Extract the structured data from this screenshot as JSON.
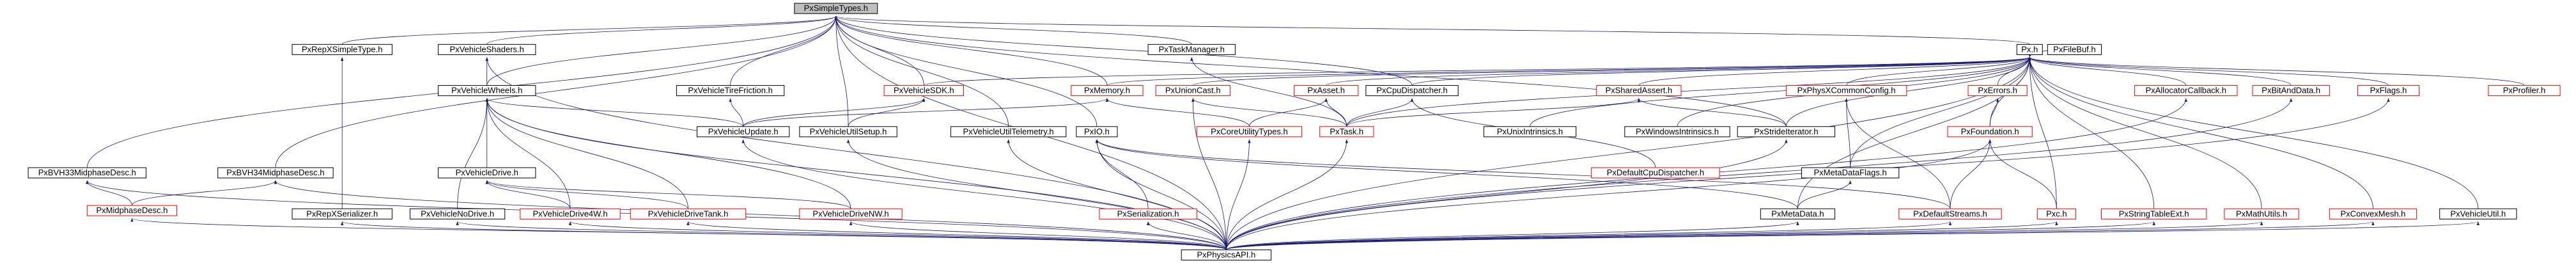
{
  "diagram": {
    "type": "include-dependency-graph",
    "colors": {
      "edge": "#191970",
      "border_normal": "#000000",
      "border_unresolved": "#ff0000",
      "root_fill": "#bfbfbf",
      "node_fill": "#ffffff"
    },
    "nodes": [
      {
        "id": "root",
        "label": "PxSimpleTypes.h",
        "kind": "root"
      },
      {
        "id": "px",
        "label": "Px.h",
        "kind": "normal"
      },
      {
        "id": "filebuf",
        "label": "PxFileBuf.h",
        "kind": "normal"
      },
      {
        "id": "repx_simple",
        "label": "PxRepXSimpleType.h",
        "kind": "normal"
      },
      {
        "id": "veh_shaders",
        "label": "PxVehicleShaders.h",
        "kind": "normal"
      },
      {
        "id": "taskmanager",
        "label": "PxTaskManager.h",
        "kind": "normal"
      },
      {
        "id": "bvh33",
        "label": "PxBVH33MidphaseDesc.h",
        "kind": "normal"
      },
      {
        "id": "bvh34",
        "label": "PxBVH34MidphaseDesc.h",
        "kind": "normal"
      },
      {
        "id": "veh_wheels",
        "label": "PxVehicleWheels.h",
        "kind": "normal"
      },
      {
        "id": "veh_tire",
        "label": "PxVehicleTireFriction.h",
        "kind": "normal"
      },
      {
        "id": "veh_sdk",
        "label": "PxVehicleSDK.h",
        "kind": "unresolved"
      },
      {
        "id": "memory",
        "label": "PxMemory.h",
        "kind": "unresolved"
      },
      {
        "id": "unioncast",
        "label": "PxUnionCast.h",
        "kind": "unresolved"
      },
      {
        "id": "asset",
        "label": "PxAsset.h",
        "kind": "unresolved"
      },
      {
        "id": "cpudisp",
        "label": "PxCpuDispatcher.h",
        "kind": "normal"
      },
      {
        "id": "sharedassert",
        "label": "PxSharedAssert.h",
        "kind": "unresolved"
      },
      {
        "id": "physxcommon",
        "label": "PxPhysXCommonConfig.h",
        "kind": "unresolved"
      },
      {
        "id": "errors",
        "label": "PxErrors.h",
        "kind": "unresolved"
      },
      {
        "id": "alloccb",
        "label": "PxAllocatorCallback.h",
        "kind": "unresolved"
      },
      {
        "id": "bitanddata",
        "label": "PxBitAndData.h",
        "kind": "unresolved"
      },
      {
        "id": "flags",
        "label": "PxFlags.h",
        "kind": "unresolved"
      },
      {
        "id": "profiler",
        "label": "PxProfiler.h",
        "kind": "unresolved"
      },
      {
        "id": "midphase",
        "label": "PxMidphaseDesc.h",
        "kind": "unresolved"
      },
      {
        "id": "veh_drive",
        "label": "PxVehicleDrive.h",
        "kind": "normal"
      },
      {
        "id": "veh_update",
        "label": "PxVehicleUpdate.h",
        "kind": "normal"
      },
      {
        "id": "veh_utilsetup",
        "label": "PxVehicleUtilSetup.h",
        "kind": "normal"
      },
      {
        "id": "veh_utiltel",
        "label": "PxVehicleUtilTelemetry.h",
        "kind": "normal"
      },
      {
        "id": "pxio",
        "label": "PxIO.h",
        "kind": "normal"
      },
      {
        "id": "coreutil",
        "label": "PxCoreUtilityTypes.h",
        "kind": "unresolved"
      },
      {
        "id": "pxtask",
        "label": "PxTask.h",
        "kind": "unresolved"
      },
      {
        "id": "unixintr",
        "label": "PxUnixIntrinsics.h",
        "kind": "normal"
      },
      {
        "id": "winintr",
        "label": "PxWindowsIntrinsics.h",
        "kind": "normal"
      },
      {
        "id": "strideiter",
        "label": "PxStrideIterator.h",
        "kind": "normal"
      },
      {
        "id": "defcpudisp",
        "label": "PxDefaultCpuDispatcher.h",
        "kind": "unresolved"
      },
      {
        "id": "metaflags",
        "label": "PxMetaDataFlags.h",
        "kind": "normal"
      },
      {
        "id": "foundation",
        "label": "PxFoundation.h",
        "kind": "unresolved"
      },
      {
        "id": "repx_ser",
        "label": "PxRepXSerializer.h",
        "kind": "normal"
      },
      {
        "id": "veh_nodrive",
        "label": "PxVehicleNoDrive.h",
        "kind": "normal"
      },
      {
        "id": "veh_drive4w",
        "label": "PxVehicleDrive4W.h",
        "kind": "unresolved"
      },
      {
        "id": "veh_drivetank",
        "label": "PxVehicleDriveTank.h",
        "kind": "unresolved"
      },
      {
        "id": "veh_drivenw",
        "label": "PxVehicleDriveNW.h",
        "kind": "unresolved"
      },
      {
        "id": "serialization",
        "label": "PxSerialization.h",
        "kind": "unresolved"
      },
      {
        "id": "metadata",
        "label": "PxMetaData.h",
        "kind": "normal"
      },
      {
        "id": "defstreams",
        "label": "PxDefaultStreams.h",
        "kind": "unresolved"
      },
      {
        "id": "pxc",
        "label": "Pxc.h",
        "kind": "unresolved"
      },
      {
        "id": "strtable",
        "label": "PxStringTableExt.h",
        "kind": "unresolved"
      },
      {
        "id": "mathutils",
        "label": "PxMathUtils.h",
        "kind": "unresolved"
      },
      {
        "id": "convexmesh",
        "label": "PxConvexMesh.h",
        "kind": "unresolved"
      },
      {
        "id": "veh_util",
        "label": "PxVehicleUtil.h",
        "kind": "normal"
      },
      {
        "id": "api",
        "label": "PxPhysicsAPI.h",
        "kind": "normal"
      }
    ],
    "edges": [
      [
        "px",
        "root"
      ],
      [
        "filebuf",
        "px"
      ],
      [
        "repx_simple",
        "root"
      ],
      [
        "veh_shaders",
        "root"
      ],
      [
        "taskmanager",
        "root"
      ],
      [
        "bvh33",
        "root"
      ],
      [
        "bvh34",
        "root"
      ],
      [
        "veh_wheels",
        "root"
      ],
      [
        "veh_tire",
        "root"
      ],
      [
        "veh_sdk",
        "root"
      ],
      [
        "memory",
        "root"
      ],
      [
        "cpudisp",
        "root"
      ],
      [
        "veh_utilsetup",
        "root"
      ],
      [
        "veh_utiltel",
        "root"
      ],
      [
        "pxio",
        "root"
      ],
      [
        "strideiter",
        "root"
      ],
      [
        "api",
        "root"
      ],
      [
        "veh_sdk",
        "px"
      ],
      [
        "memory",
        "px"
      ],
      [
        "unioncast",
        "px"
      ],
      [
        "asset",
        "px"
      ],
      [
        "cpudisp",
        "px"
      ],
      [
        "sharedassert",
        "px"
      ],
      [
        "physxcommon",
        "px"
      ],
      [
        "errors",
        "px"
      ],
      [
        "alloccb",
        "px"
      ],
      [
        "bitanddata",
        "px"
      ],
      [
        "flags",
        "px"
      ],
      [
        "profiler",
        "px"
      ],
      [
        "unixintr",
        "px"
      ],
      [
        "winintr",
        "px"
      ],
      [
        "strideiter",
        "px"
      ],
      [
        "metaflags",
        "px"
      ],
      [
        "foundation",
        "px"
      ],
      [
        "pxc",
        "px"
      ],
      [
        "strtable",
        "px"
      ],
      [
        "mathutils",
        "px"
      ],
      [
        "convexmesh",
        "px"
      ],
      [
        "veh_util",
        "px"
      ],
      [
        "metadata",
        "px"
      ],
      [
        "pxtask",
        "px"
      ],
      [
        "midphase",
        "bvh33"
      ],
      [
        "midphase",
        "bvh34"
      ],
      [
        "repx_ser",
        "repx_simple"
      ],
      [
        "veh_wheels",
        "veh_shaders"
      ],
      [
        "pxtask",
        "taskmanager"
      ],
      [
        "veh_drive",
        "veh_wheels"
      ],
      [
        "veh_update",
        "veh_wheels"
      ],
      [
        "veh_nodrive",
        "veh_wheels"
      ],
      [
        "veh_drive4w",
        "veh_wheels"
      ],
      [
        "veh_drivetank",
        "veh_wheels"
      ],
      [
        "veh_drivenw",
        "veh_wheels"
      ],
      [
        "veh_update",
        "veh_tire"
      ],
      [
        "veh_update",
        "veh_sdk"
      ],
      [
        "veh_utilsetup",
        "veh_sdk"
      ],
      [
        "veh_update",
        "memory"
      ],
      [
        "coreutil",
        "memory"
      ],
      [
        "pxtask",
        "unioncast"
      ],
      [
        "coreutil",
        "asset"
      ],
      [
        "pxtask",
        "asset"
      ],
      [
        "pxtask",
        "cpudisp"
      ],
      [
        "defcpudisp",
        "cpudisp"
      ],
      [
        "pxtask",
        "sharedassert"
      ],
      [
        "strideiter",
        "sharedassert"
      ],
      [
        "defstreams",
        "physxcommon"
      ],
      [
        "metaflags",
        "physxcommon"
      ],
      [
        "foundation",
        "errors"
      ],
      [
        "pxc",
        "foundation"
      ],
      [
        "veh_drive4w",
        "veh_drive"
      ],
      [
        "veh_drivetank",
        "veh_drive"
      ],
      [
        "veh_drivenw",
        "veh_drive"
      ],
      [
        "serialization",
        "pxio"
      ],
      [
        "metadata",
        "pxio"
      ],
      [
        "defstreams",
        "pxio"
      ],
      [
        "metadata",
        "metaflags"
      ],
      [
        "defstreams",
        "foundation"
      ],
      [
        "api",
        "bvh33"
      ],
      [
        "api",
        "bvh34"
      ],
      [
        "api",
        "midphase"
      ],
      [
        "api",
        "repx_ser"
      ],
      [
        "api",
        "veh_shaders"
      ],
      [
        "api",
        "veh_wheels"
      ],
      [
        "api",
        "veh_nodrive"
      ],
      [
        "api",
        "veh_drive4w"
      ],
      [
        "api",
        "veh_drivetank"
      ],
      [
        "api",
        "veh_drivenw"
      ],
      [
        "api",
        "veh_update"
      ],
      [
        "api",
        "veh_utilsetup"
      ],
      [
        "api",
        "veh_utiltel"
      ],
      [
        "api",
        "pxio"
      ],
      [
        "api",
        "serialization"
      ],
      [
        "api",
        "coreutil"
      ],
      [
        "api",
        "pxtask"
      ],
      [
        "api",
        "strideiter"
      ],
      [
        "api",
        "metadata"
      ],
      [
        "api",
        "defstreams"
      ],
      [
        "api",
        "pxc"
      ],
      [
        "api",
        "strtable"
      ],
      [
        "api",
        "mathutils"
      ],
      [
        "api",
        "convexmesh"
      ],
      [
        "api",
        "veh_util"
      ],
      [
        "api",
        "alloccb"
      ],
      [
        "api",
        "bitanddata"
      ],
      [
        "api",
        "flags"
      ],
      [
        "api",
        "unioncast"
      ],
      [
        "api",
        "foundation"
      ],
      [
        "api",
        "px"
      ]
    ]
  }
}
